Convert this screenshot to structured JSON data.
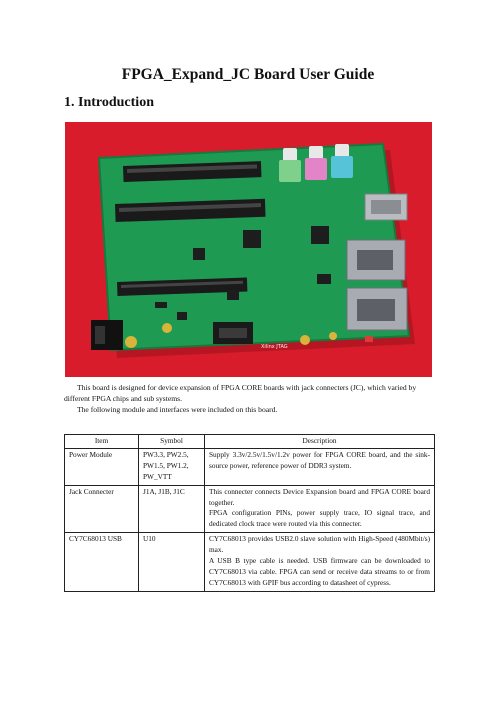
{
  "title": "FPGA_Expand_JC Board User Guide",
  "heading": "1.  Introduction",
  "photo_labels": {
    "jtag": "Xilinx JTAG"
  },
  "intro": "This board is designed for device expansion of FPGA CORE boards with jack connecters (JC), which varied by different FPGA chips and sub systems.",
  "intro2": "The following module and interfaces were included on this board.",
  "table": {
    "headers": [
      "Item",
      "Symbol",
      "Description"
    ],
    "rows": [
      {
        "item": "Power Module",
        "symbol": [
          "PW3.3, PW2.5,",
          "PW1.5, PW1.2,",
          "PW_VTT"
        ],
        "desc": [
          "Supply 3.3v/2.5v/1.5v/1.2v power for FPGA CORE board, and the sink-source power, reference power of DDR3 system."
        ]
      },
      {
        "item": "Jack Connecter",
        "symbol": [
          "J1A, J1B, J1C"
        ],
        "desc": [
          "This connecter connects Device Expansion board and FPGA CORE board together.",
          "FPGA configuration PINs, power supply trace, IO signal trace, and dedicated clock trace were routed via this connecter."
        ]
      },
      {
        "item": "CY7C68013 USB",
        "symbol": [
          "U10"
        ],
        "desc": [
          "CY7C68013 provides USB2.0 slave solution with High-Speed (480Mbit/s) max.",
          "A USB B type cable is needed. USB firmware can be downloaded to CY7C68013 via cable. FPGA can send or receive data streams to or from CY7C68013 with GPIF bus according to datasheet of cypress."
        ]
      }
    ]
  }
}
